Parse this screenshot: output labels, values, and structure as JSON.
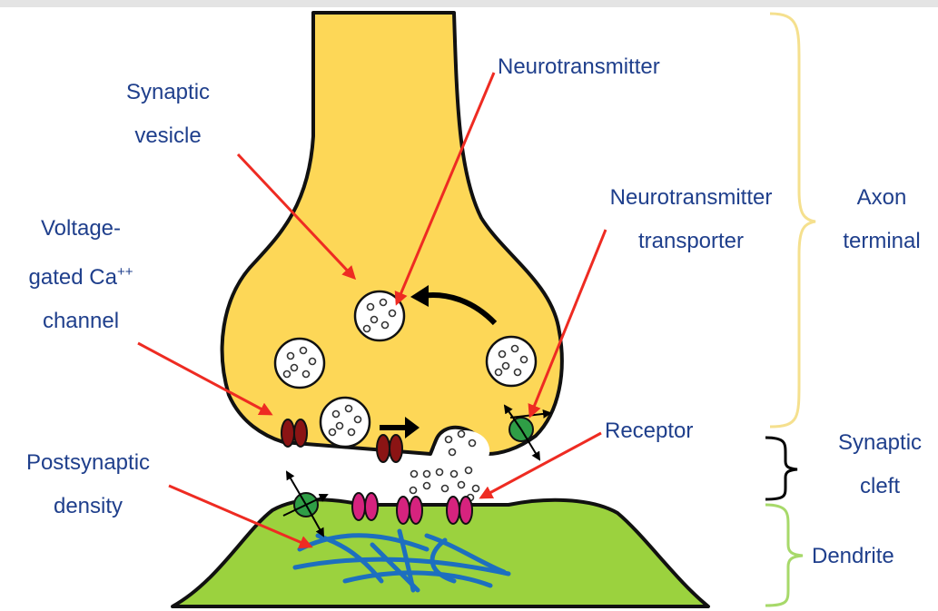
{
  "labels": {
    "synaptic_vesicle": [
      "Synaptic",
      "vesicle"
    ],
    "neurotransmitter": "Neurotransmitter",
    "neurotransmitter_transporter": [
      "Neurotransmitter",
      "transporter"
    ],
    "axon_terminal": [
      "Axon",
      "terminal"
    ],
    "voltage_gated": {
      "line1": "Voltage-",
      "line2": "gated Ca",
      "superscript": "++",
      "line3": "channel"
    },
    "receptor": "Receptor",
    "synaptic_cleft": [
      "Synaptic",
      "cleft"
    ],
    "postsynaptic_density": [
      "Postsynaptic",
      "density"
    ],
    "dendrite": "Dendrite"
  },
  "colors": {
    "label_text": "#1f3f8c",
    "axon_fill": "#fdd757",
    "dendrite_fill": "#9bd23e",
    "pointer_arrow": "#ee2b22",
    "axon_bracket": "#f5e08e",
    "cleft_bracket": "#000000",
    "dendrite_bracket": "#a7d96a",
    "receptor": "#d6237e",
    "calcium_channel": "#8b1414",
    "transporter": "#2f9e46",
    "density_fibers": "#1d6fbf",
    "top_bar": "#e4e4e4"
  }
}
